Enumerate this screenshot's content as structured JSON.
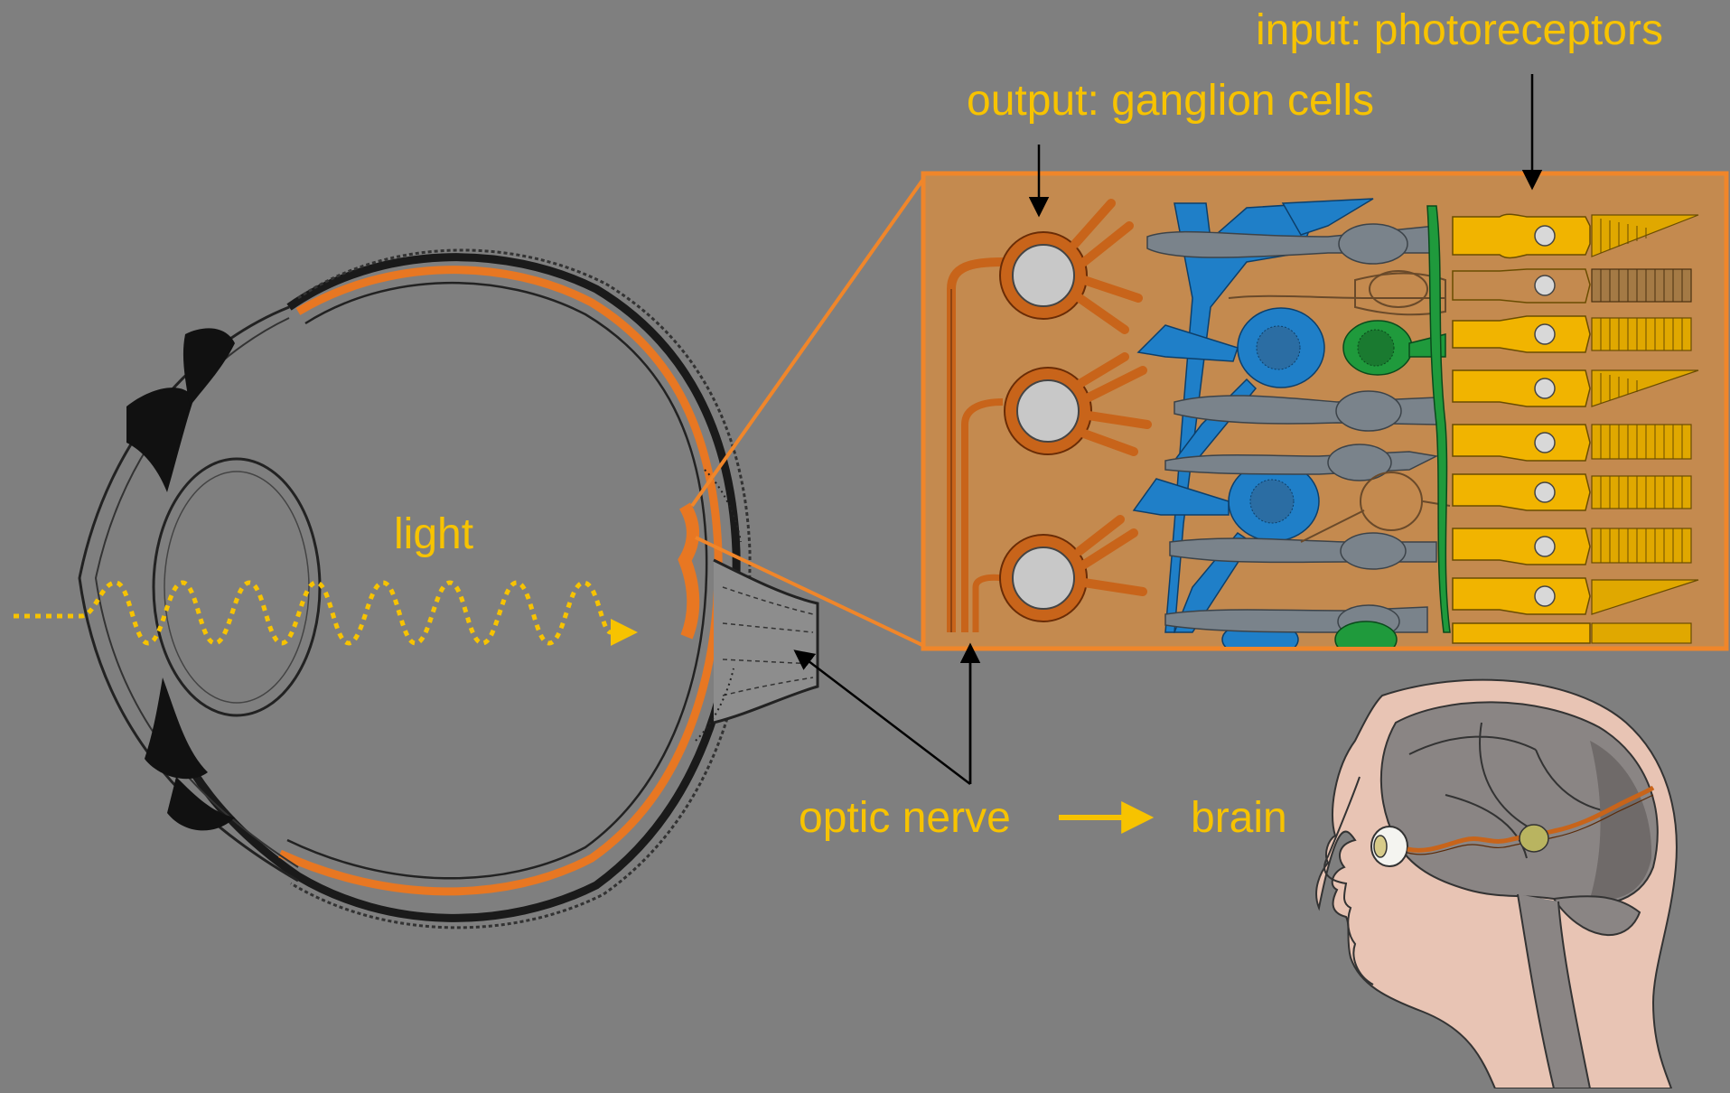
{
  "labels": {
    "input": "input: photoreceptors",
    "output": "output: ganglion cells",
    "light": "light",
    "optic_nerve": "optic nerve",
    "brain": "brain"
  },
  "colors": {
    "background": "#7f7f7f",
    "label_text": "#f7c300",
    "retina_layer": "#e87722",
    "inset_frame": "#f0862a",
    "inset_fill": "#c48a4f",
    "ganglion_cells": "#c8641a",
    "bipolar_cells": "#1f7fc8",
    "amacrine_cell": "#1f9a3c",
    "horizontal_cells": "#7a838b",
    "photoreceptors": "#f1b400",
    "skin": "#e8c4b4",
    "brain_tissue": "#8a8584"
  },
  "icons": [
    "eye-cross-section",
    "retina-inset",
    "head-profile-brain",
    "light-wave-arrow"
  ]
}
